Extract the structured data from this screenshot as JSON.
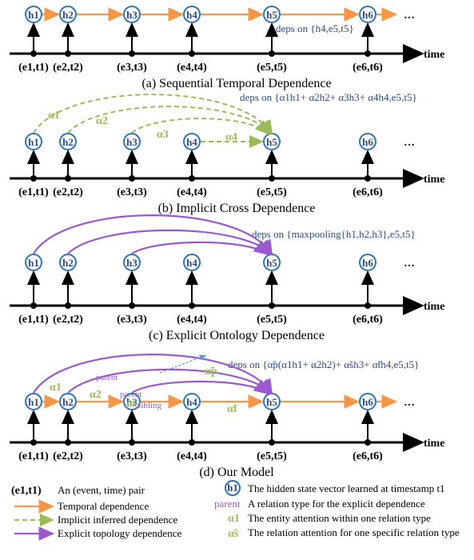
{
  "panels": [
    {
      "caption": "(a)  Sequential Temporal Dependence",
      "dep": "deps on {h4,e5,t5}"
    },
    {
      "caption": "(b)  Implicit Cross Dependence",
      "dep": "deps on {α1h1+ α2h2+ α3h3+ α4h4,e5,t5}"
    },
    {
      "caption": "(c)  Explicit Ontology Dependence",
      "dep": "deps on {maxpooling{h1,h2,h3},e5,t5}"
    },
    {
      "caption": "(d)  Our Model",
      "dep": "deps on {α̃p(α1h1+ α2h2)+ α̃sh3+ α̃th4,e5,t5}"
    }
  ],
  "axis_label": "time",
  "ellipsis": "…",
  "nodes": [
    "h1",
    "h2",
    "h3",
    "h4",
    "h5",
    "h6"
  ],
  "events": [
    "(e1,t1)",
    "(e2,t2)",
    "(e3,t3)",
    "(e4,t4)",
    "(e5,t5)",
    "(e6,t6)"
  ],
  "panel_b_alphas": [
    "α1",
    "α2",
    "α3",
    "α4"
  ],
  "panel_d": {
    "alpha1": "α1",
    "alpha2": "α2",
    "alpha_p": "α̃p",
    "alpha_s": "α̃s",
    "alpha_t": "α̃t",
    "rel_parent1": "parent",
    "rel_parent2": "parent",
    "rel_sibling": "sibling"
  },
  "legend": {
    "pair_symbol": "(e1,t1)",
    "pair_text": "An (event, time) pair",
    "temporal": "Temporal dependence",
    "implicit": "Implicit inferred dependence",
    "explicit": "Explicit topology dependence",
    "hidden_symbol": "h1",
    "hidden_text": "The hidden state vector learned at timestamp t1",
    "parent_symbol": "parent",
    "parent_text": "A relation type for the explicit dependence",
    "alpha_symbol": "α1",
    "alpha_text": "The entity attention within one relation type",
    "alphas_symbol": "α̃s",
    "alphas_text": "The relation attention for one specific relation type"
  },
  "colors": {
    "temporal": "#F79646",
    "implicit": "#9BBB59",
    "explicit": "#9B59D0",
    "node": "#2E75B6",
    "dep_text": "#2E4A8E"
  }
}
